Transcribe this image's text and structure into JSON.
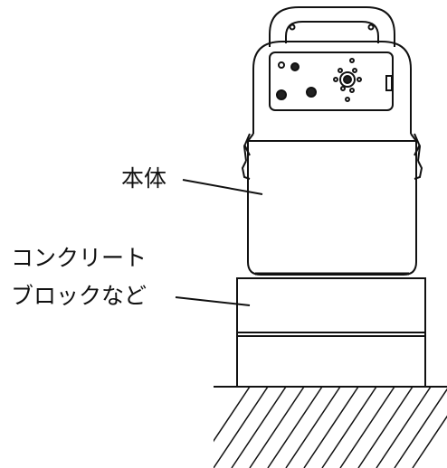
{
  "labels": {
    "unit_body": "本体",
    "base_line1": "コンクリート",
    "base_line2": "ブロックなど"
  },
  "colors": {
    "line": "#111111",
    "background": "#ffffff"
  }
}
